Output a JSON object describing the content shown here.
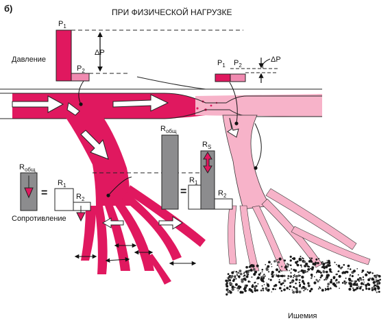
{
  "panel_label": "б)",
  "title": "ПРИ ФИЗИЧЕСКОЙ НАГРУЗКЕ",
  "labels": {
    "pressure": "Давление",
    "resistance": "Сопротивление",
    "ischemia": "Ишемия",
    "delta_p": "ΔP",
    "equals": "="
  },
  "symbols": {
    "p": "P",
    "r": "R",
    "sub_1": "1",
    "sub_2": "2",
    "sub_total": "общ",
    "sub_s": "S"
  },
  "colors": {
    "healthy": "#e0185f",
    "healthy_light": "#f08ab0",
    "ischemic": "#f7b3c9",
    "gray_bar": "#8c8c8e",
    "outline": "#222222"
  }
}
